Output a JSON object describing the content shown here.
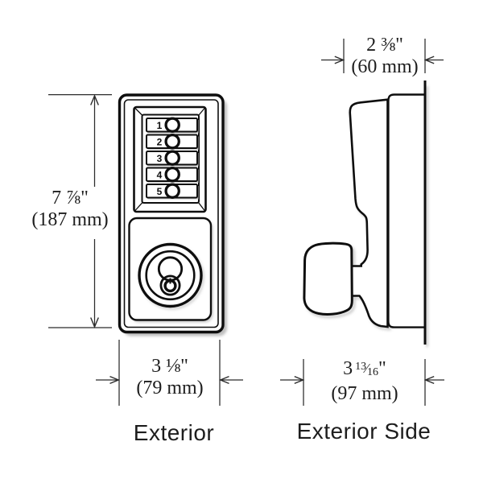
{
  "front_view": {
    "label": "Exterior",
    "keypad_buttons": [
      "1",
      "2",
      "3",
      "4",
      "5"
    ],
    "height_dimension": {
      "imperial": "7 ⅞\"",
      "metric": "(187 mm)"
    },
    "width_dimension": {
      "imperial": "3 ⅛\"",
      "metric": "(79 mm)"
    }
  },
  "side_view": {
    "label": "Exterior Side",
    "depth_dimension": {
      "imperial": "2 ⅜\"",
      "metric": "(60 mm)"
    },
    "projection_dimension": {
      "whole": "3",
      "fraction_numerator": "13",
      "fraction_slash": "⁄",
      "fraction_denominator": "16",
      "inch_mark": "\"",
      "metric": "(97 mm)"
    }
  },
  "colors": {
    "line": "#0e0e0e",
    "dimension_line": "#2b2b2b",
    "text": "#1d1d1d",
    "shadow": "#c6c6c6",
    "background": "#ffffff"
  }
}
